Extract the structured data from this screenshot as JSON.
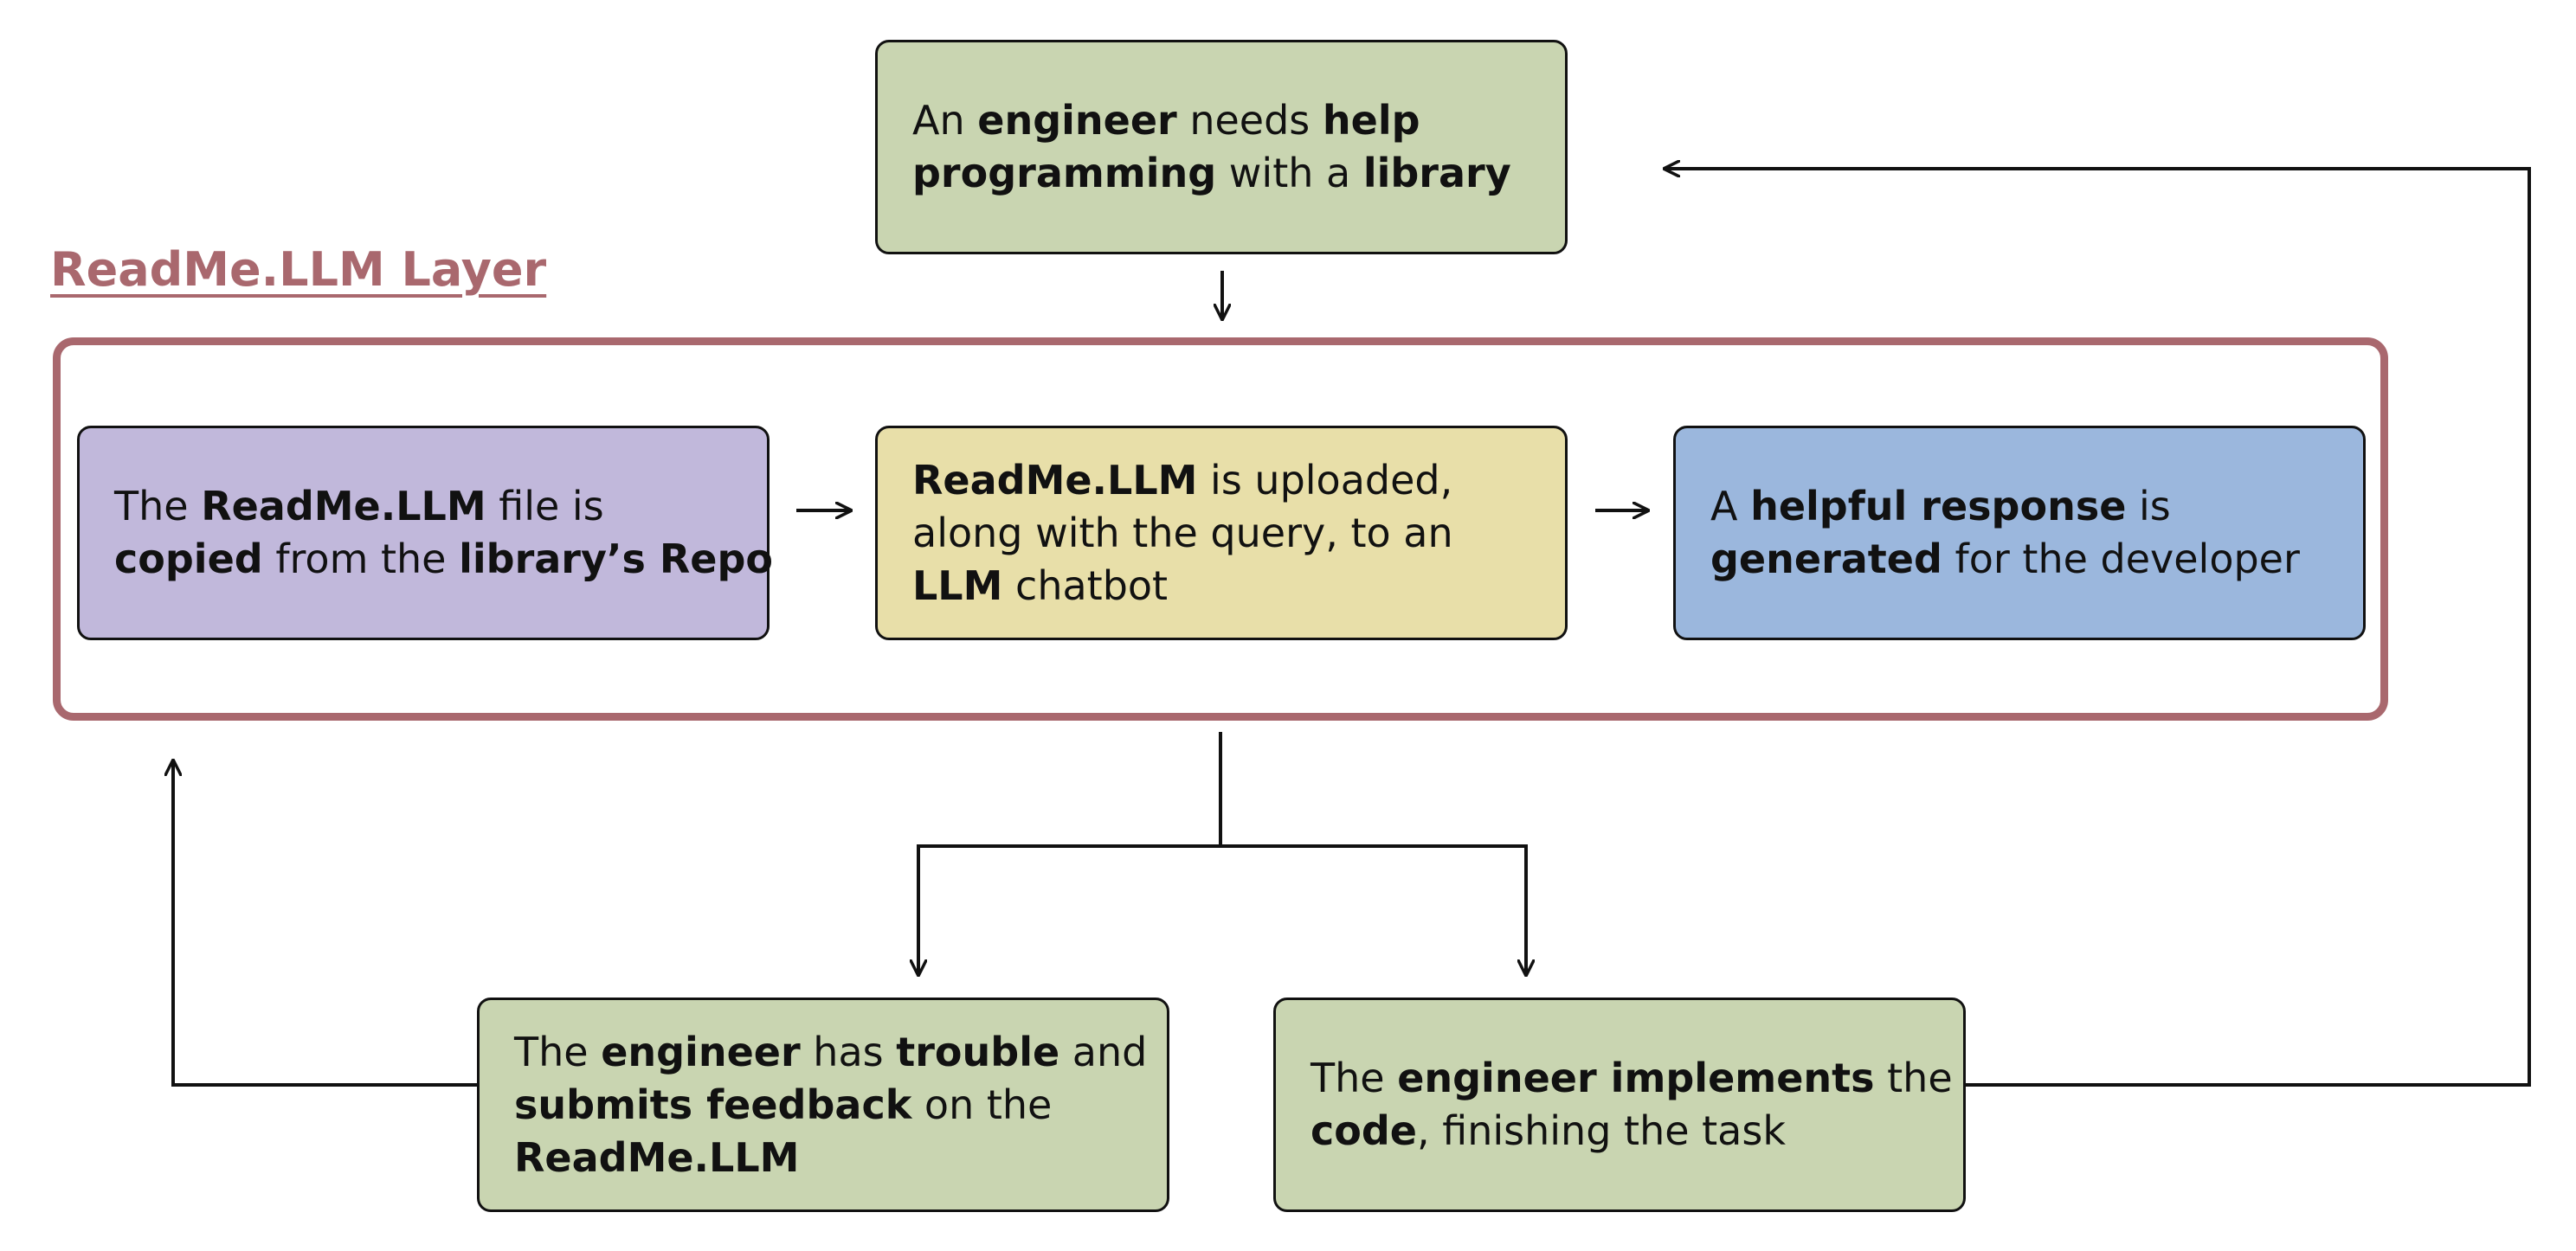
{
  "colors": {
    "green_box": "#c9d5b1",
    "purple_box": "#c1b8db",
    "yellow_box": "#e8dfa9",
    "blue_box": "#9bb7dd",
    "layer_accent": "#a9686e",
    "line": "#111111"
  },
  "layer": {
    "title": "ReadMe.LLM Layer"
  },
  "nodes": {
    "start": {
      "lines": [
        [
          {
            "t": "An ",
            "b": false
          },
          {
            "t": "engineer",
            "b": true
          },
          {
            "t": " needs ",
            "b": false
          },
          {
            "t": "help",
            "b": true
          }
        ],
        [
          {
            "t": "programming",
            "b": true
          },
          {
            "t": " with a ",
            "b": false
          },
          {
            "t": "library",
            "b": true
          }
        ]
      ]
    },
    "copy": {
      "lines": [
        [
          {
            "t": "The ",
            "b": false
          },
          {
            "t": "ReadMe.LLM",
            "b": true
          },
          {
            "t": " file is",
            "b": false
          }
        ],
        [
          {
            "t": "copied",
            "b": true
          },
          {
            "t": " from the ",
            "b": false
          },
          {
            "t": "library’s Repo",
            "b": true
          }
        ]
      ]
    },
    "upload": {
      "lines": [
        [
          {
            "t": "ReadMe.LLM",
            "b": true
          },
          {
            "t": " is uploaded,",
            "b": false
          }
        ],
        [
          {
            "t": "along with the query, to an",
            "b": false
          }
        ],
        [
          {
            "t": "LLM",
            "b": true
          },
          {
            "t": " chatbot",
            "b": false
          }
        ]
      ]
    },
    "response": {
      "lines": [
        [
          {
            "t": "A ",
            "b": false
          },
          {
            "t": "helpful response",
            "b": true
          },
          {
            "t": " is",
            "b": false
          }
        ],
        [
          {
            "t": "generated",
            "b": true
          },
          {
            "t": " for the developer",
            "b": false
          }
        ]
      ]
    },
    "feedback": {
      "lines": [
        [
          {
            "t": "The ",
            "b": false
          },
          {
            "t": "engineer",
            "b": true
          },
          {
            "t": " has ",
            "b": false
          },
          {
            "t": "trouble",
            "b": true
          },
          {
            "t": " and",
            "b": false
          }
        ],
        [
          {
            "t": "submits feedback",
            "b": true
          },
          {
            "t": " on the",
            "b": false
          }
        ],
        [
          {
            "t": "ReadMe.LLM",
            "b": true
          }
        ]
      ]
    },
    "implement": {
      "lines": [
        [
          {
            "t": "The ",
            "b": false
          },
          {
            "t": "engineer implements",
            "b": true
          },
          {
            "t": " the",
            "b": false
          }
        ],
        [
          {
            "t": "code",
            "b": true
          },
          {
            "t": ", finishing the task",
            "b": false
          }
        ]
      ]
    }
  }
}
